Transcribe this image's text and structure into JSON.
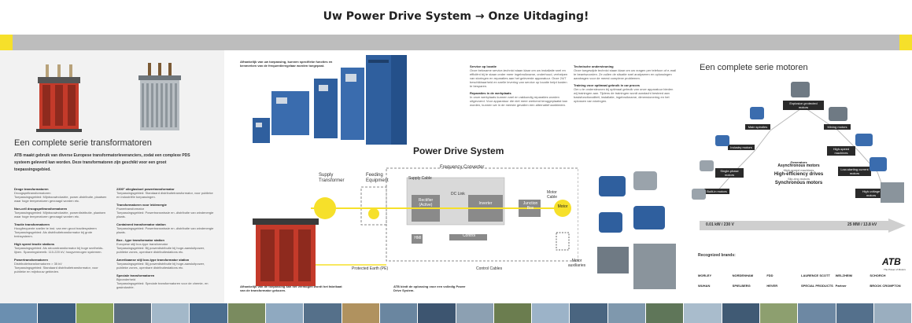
{
  "title": "Uw Power Drive System → Onze Uitdaging!",
  "left": {
    "heading": "Een complete serie transformatoren",
    "intro": "ATB maakt gebruik van diverse Europese transformatorleveranciers, zodat een complexe PDS systeem geleverd kan worden. Deze transformatoren zijn geschikt voor een groot toepassingsgebied.",
    "col1": [
      {
        "t": "Droge transformatoren",
        "s": "Droogspeltransformatoren",
        "d": "Toepassingsgebied: Mijnbouwindustrie, power-distributie, plaatsen waar hoge temperaturen gevraagd worden etc."
      },
      {
        "t": "Non-cell droogspeltransformatoren",
        "s": "",
        "d": "Toepassingsgebied: Mijnbouwindustrie, powerdistributie, plaatsen waar hoge temperaturen gevraagd worden etc."
      },
      {
        "t": "Tractie transformatoren",
        "s": "Hoogfrequente sneller te inst. van een groot tractiesysteem",
        "d": "Toepassingsgebied: Als distributietransformator bij grote treinsysteem."
      },
      {
        "t": "High speed tractie stations",
        "s": "",
        "d": "Toepassingsgebied: Als stroomtransformator bij hoge snelheids-lijnen. Spanningsbereik: 110-220 kV, hoogvermogen systemen."
      },
      {
        "t": "Powertransformatoren",
        "s": "Distributietransformatoren > 35 kV",
        "d": "Toepassingsgebied: Standaard distributietransformator, voor publieke en mijnbouw gebieden."
      }
    ],
    "col2": [
      {
        "t": "2300° olieglaskoel powertransformator",
        "s": "",
        "d": "Toepassingsgebied: Standaard distributietransformator, voor publieke en industriële toepassingen."
      },
      {
        "t": "Transformatoren voor leidenergie",
        "s": "Powertransformator",
        "d": "Toepassingsgebied: Powertransmissie en -distributie van windenergie plaats."
      },
      {
        "t": "Containerd transformator station",
        "s": "",
        "d": "Toepassingsgebied: Powertransmissie en -distributie van windenergie plaats."
      },
      {
        "t": "Box - type transformator station",
        "s": "Europese stijl box-type transformator",
        "d": "Toepassingsgebied: Bij powerdistributie bij hoge-aansluitpower, publieke zones, openbare distributiestations etc."
      },
      {
        "t": "Amerikaanse stijl box-type transformator station",
        "s": "",
        "d": "Toepassingsgebied: Bij powerdistributie bij hoge-aansluitpower, publieke zones, openbare distributiestations etc."
      },
      {
        "t": "Speciale transformatoren",
        "s": "Bijzonderheid",
        "d": "Toepassingsgebied: Speciale transformatoren voor de chemie- en gasindustrie."
      }
    ]
  },
  "mid": {
    "caption_top": "Afhankelijk van uw toepassing, kunnen specifieke functies en kenmerken van de frequentieregelaar worden toegepast.",
    "caption_bottom_left": "Afhankelijk van de toepassing kan het vermogen wordt het fabrikaat van de transformator gekozen.",
    "caption_bottom_right": "ATB biedt de oplossing voor een volledig Power Drive System.",
    "service_title": "Service op locatie",
    "service_text": "Onze bekwame service-technici staan klaar om uw installatie snel en efficiënt bij te staan onder meer ingebruikname, onderhoud, verhelpen van storingen en reparaties aan het geleverde apparatuur. Onze 24/7 beschikbaarheid en snelle levering van service op locatie helpt kosten te besparen.",
    "repair_title": "Reparaties in de werkplaats",
    "repair_text": "In onze werkplaats kunnen snel en vakkundig reparaties worden uitgevoerd. Voor apparatuur die niet meer werkend teruggeplaatst kan worden, kunnen we in de meeste gevallen een alternatief aanbieden.",
    "tech_title": "Technische ondersteuning",
    "tech_text": "Onze toegewijde technici staan klaar om uw vragen per telefoon of e-mail te beantwoorden. Ze zullen de situatie snel analyseren en oplossingen aandragen voor de meest complexe problemen.",
    "training_title": "Training voor optimaal gebruik in uw proces",
    "training_text": "Om u te ondersteunen bij optimaal gebruik van onze apparatuur bieden wij trainingen aan. Tijdens de trainingen wordt aandacht besteed aan basisfunctionaliteit, installatie, ingebruikname, dimensionering en het oplossen van storingen.",
    "diagram": {
      "title": "Power Drive System",
      "frequency_converter": "Frequency Converter",
      "supply_transformer": "Supply Transformer",
      "feeding_equipment": "Feeding Equipment",
      "supply_cable": "Supply Cable",
      "dc_link": "DC Link",
      "rectifier": "Rectifier (Active)",
      "inverter": "Inverter",
      "junction_box": "Junction Box",
      "motor_cable": "Motor Cable",
      "motor": "Motor",
      "hmi": "HMI",
      "control": "Control",
      "protected_earth": "Protected Earth (PE)",
      "control_cables": "Control Cables",
      "motor_auxiliaries": "Motor auxiliaries"
    }
  },
  "right": {
    "heading": "Een complete serie motoren",
    "ring": [
      "Explosion-protected motors",
      "Main spindles",
      "Mining motors",
      "Industry motors",
      "High-speed machines",
      "Single-phase motors",
      "Low-starting current motors",
      "Built-in motors",
      "High-voltage motors"
    ],
    "center_lines": [
      "Generators",
      "Asynchronous motors",
      "High-speed machines",
      "High-efficiency drives",
      "Slip-ring motors",
      "Synchronous motors"
    ],
    "power_low": "0.01 kW / 230 V",
    "power_high": "25 MW / 13.8 kV",
    "brands_title": "Recognized brands:",
    "brands": [
      "MORLEY",
      "NORDENHAM",
      "FDD",
      "LAURENCE SCOTT",
      "WELZHEIM",
      "SCHORCH",
      "WUHAN",
      "SPIELBERG",
      "HEVER",
      "SPECIAL PRODUCTS",
      "Partner",
      "BROOK CROMPTON"
    ],
    "logo": "ATB",
    "logo_sub": "The Power of Motors"
  },
  "colors": {
    "accent": "#f6e02a",
    "band": "#bdbdbd",
    "box": "#8a8a8a",
    "motor_blue": "#2f5f9e",
    "transformer_red": "#c43a2a"
  }
}
